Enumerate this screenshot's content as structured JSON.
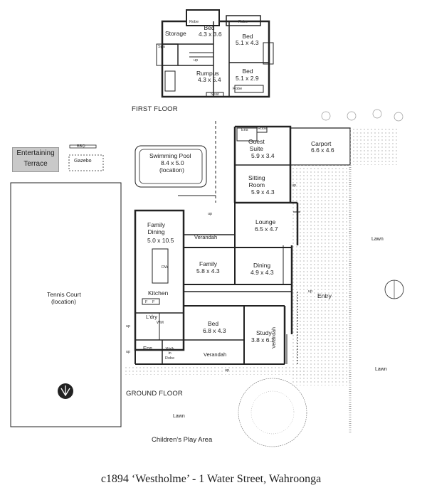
{
  "floors": {
    "first": "FIRST FLOOR",
    "ground": "GROUND FLOOR"
  },
  "first_floor": {
    "storage": "Storage",
    "robe_a": "Robe",
    "robe_b": "Robe",
    "robe_c": "Robe",
    "bed1_name": "Bed",
    "bed1_dim": "4.3 x 3.6",
    "bed2_name": "Bed",
    "bed2_dim": "5.1 x 4.3",
    "bed3_name": "Bed",
    "bed3_dim": "5.1 x 2.9",
    "rumpus_name": "Rumpus",
    "rumpus_dim": "4.3 x 5.4",
    "spa": "Spa",
    "up": "up",
    "seat": "Seat"
  },
  "outdoor": {
    "entertaining": "Entertaining",
    "terrace": "Terrace",
    "bbq": "BBQ",
    "gazebo": "Gazebo",
    "pool_name": "Swimming Pool",
    "pool_dim": "8.4 x 5.0",
    "pool_note": "(location)",
    "tennis_name": "Tennis Court",
    "tennis_note": "(location)",
    "carport_name": "Carport",
    "carport_dim": "6.6 x 4.6",
    "lawn_a": "Lawn",
    "lawn_b": "Lawn",
    "lawn_c": "Lawn",
    "play_area": "Children's Play Area",
    "entry": "Entry"
  },
  "ground_floor": {
    "ens_top": "Ens",
    "robe_top": "Robe",
    "guest_name": "Guest\nSuite",
    "guest_dim": "5.9 x 3.4",
    "sitting_name": "Sitting\nRoom",
    "sitting_dim": "5.9 x 4.3",
    "lounge_name": "Lounge",
    "lounge_dim": "6.5 x 4.7",
    "verandah_top": "Verandah",
    "family_dining_name": "Family\nDining",
    "family_dining_dim": "5.0 x 10.5",
    "family_name": "Family",
    "family_dim": "5.8 x 4.3",
    "dining_name": "Dining",
    "dining_dim": "4.9 x 4.3",
    "kitchen": "Kitchen",
    "dw": "DW",
    "f1": "F",
    "f2": "F",
    "ldry": "L'dry",
    "wm": "WM",
    "bed_name": "Bed",
    "bed_dim": "6.8 x 4.3",
    "study_name": "Study",
    "study_dim": "3.8 x 6.1",
    "ens_bottom": "Ens",
    "walk_in_robe": "Walk\nin\nRobe",
    "verandah_bottom": "Verandah",
    "verandah_side": "Verandah",
    "up1": "up",
    "up2": "up",
    "up3": "up",
    "up4": "up",
    "up5": "up",
    "up6": "up"
  },
  "footer": "c1894 ‘Westholme’ - 1 Water Street, Wahroonga"
}
